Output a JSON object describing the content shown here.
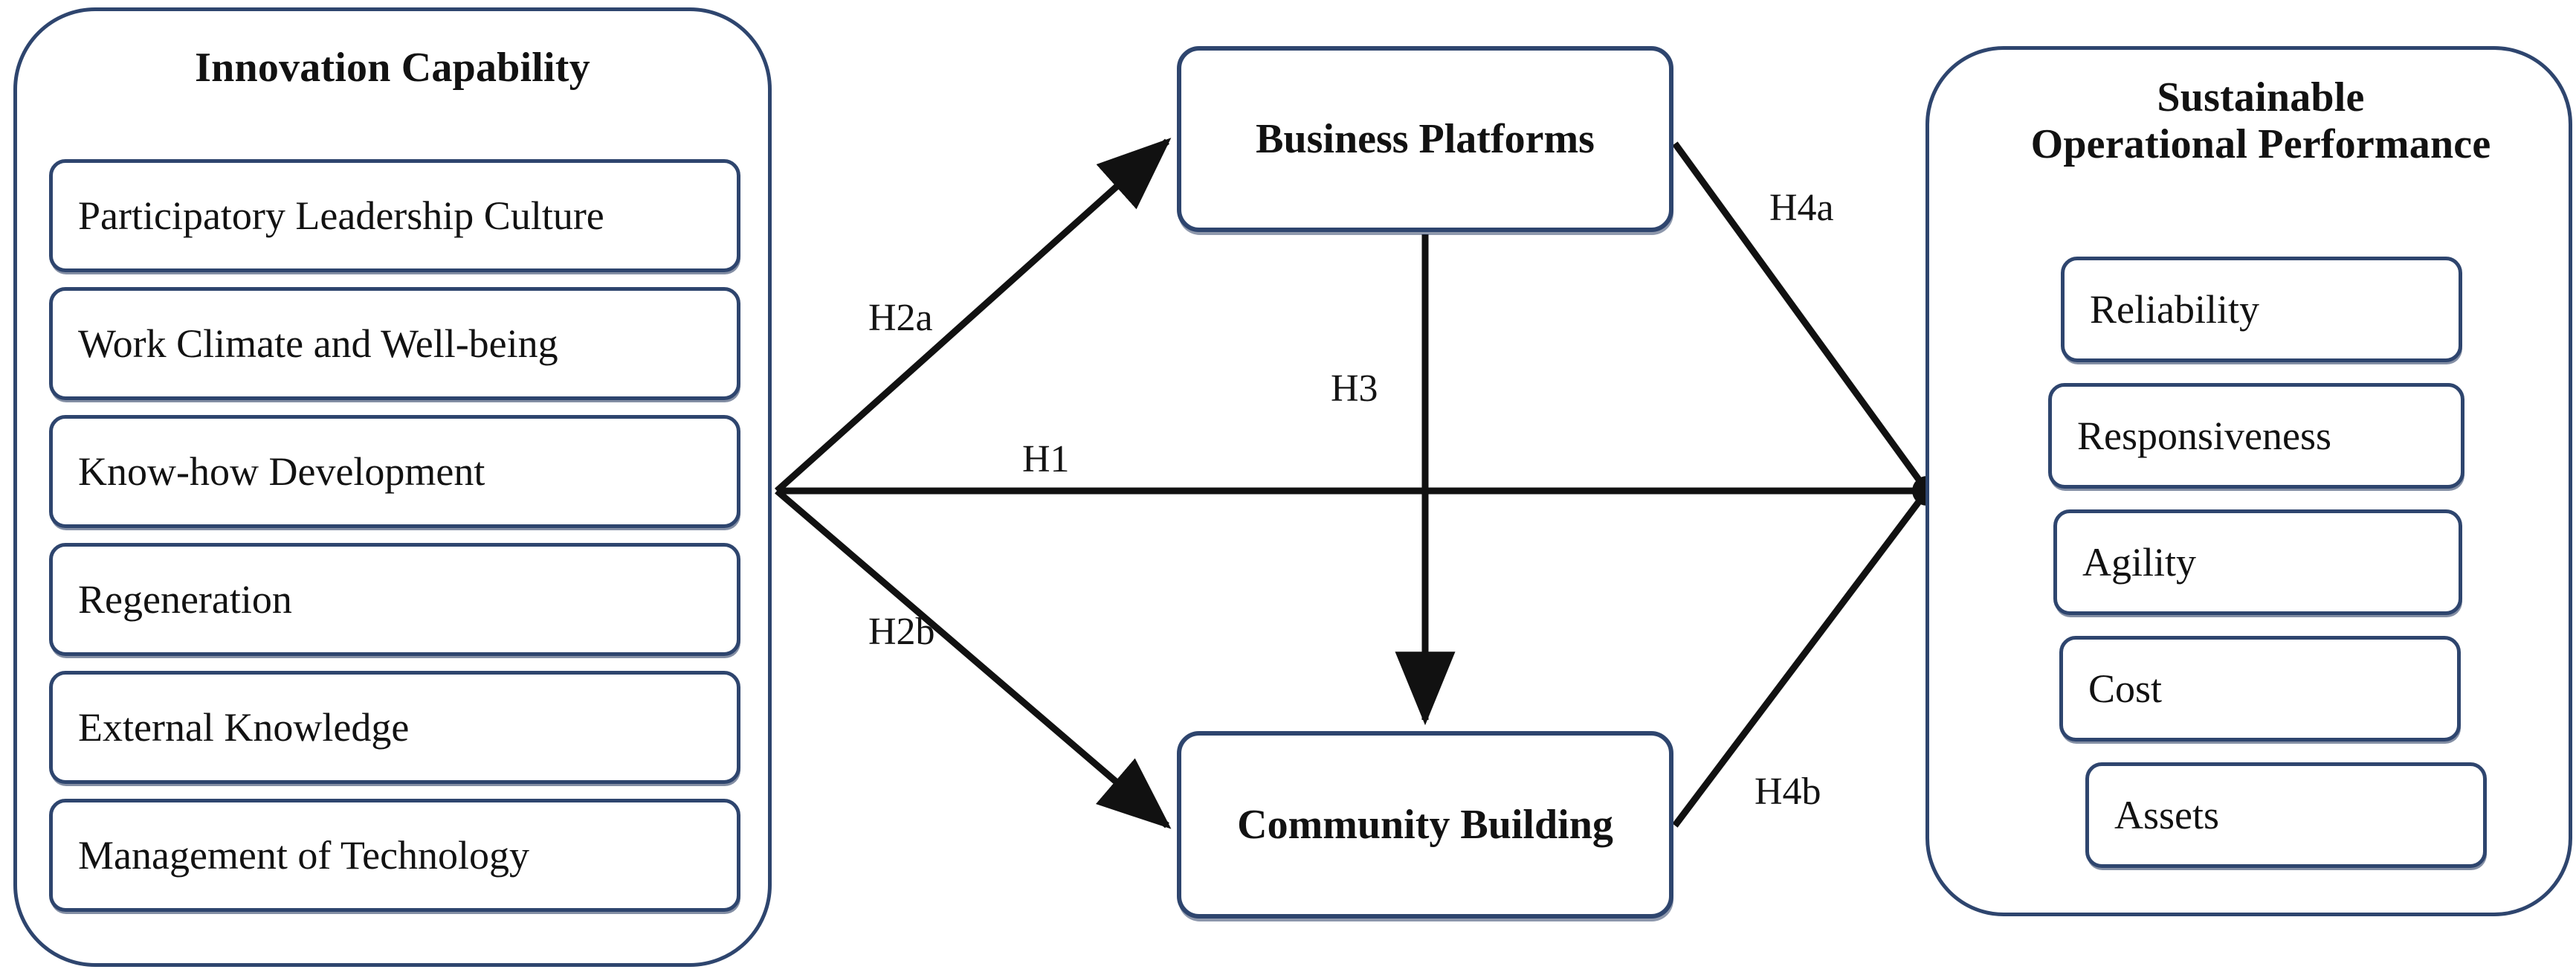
{
  "diagram": {
    "title_left": "Innovation Capability",
    "title_right": "Sustainable Operational Performance",
    "accent_border_color": "#2e456e",
    "text_color": "#121212",
    "background_color": "#ffffff"
  },
  "innovation_capability": {
    "title": "Innovation Capability",
    "items": [
      {
        "label": "Participatory Leadership Culture"
      },
      {
        "label": "Work Climate and Well-being"
      },
      {
        "label": "Know-how Development"
      },
      {
        "label": "Regeneration"
      },
      {
        "label": "External Knowledge"
      },
      {
        "label": "Management of Technology"
      }
    ]
  },
  "mediators": {
    "business_platforms": {
      "label": "Business Platforms"
    },
    "community_building": {
      "label": "Community Building"
    }
  },
  "sustainable_operational_performance": {
    "title_line1": "Sustainable",
    "title_line2": "Operational Performance",
    "title": "Sustainable Operational Performance",
    "items": [
      {
        "label": "Reliability"
      },
      {
        "label": "Responsiveness"
      },
      {
        "label": "Agility"
      },
      {
        "label": "Cost"
      },
      {
        "label": "Assets"
      }
    ]
  },
  "hypotheses": [
    {
      "id": "H2a",
      "label": "H2a",
      "from": "Innovation Capability",
      "to": "Business Platforms"
    },
    {
      "id": "H2b",
      "label": "H2b",
      "from": "Innovation Capability",
      "to": "Community Building"
    },
    {
      "id": "H1",
      "label": "H1",
      "from": "Innovation Capability",
      "to": "Sustainable Operational Performance"
    },
    {
      "id": "H3",
      "label": "H3",
      "from": "Business Platforms",
      "to": "Community Building"
    },
    {
      "id": "H4a",
      "label": "H4a",
      "from": "Business Platforms",
      "to": "Sustainable Operational Performance"
    },
    {
      "id": "H4b",
      "label": "H4b",
      "from": "Community Building",
      "to": "Sustainable Operational Performance"
    }
  ]
}
